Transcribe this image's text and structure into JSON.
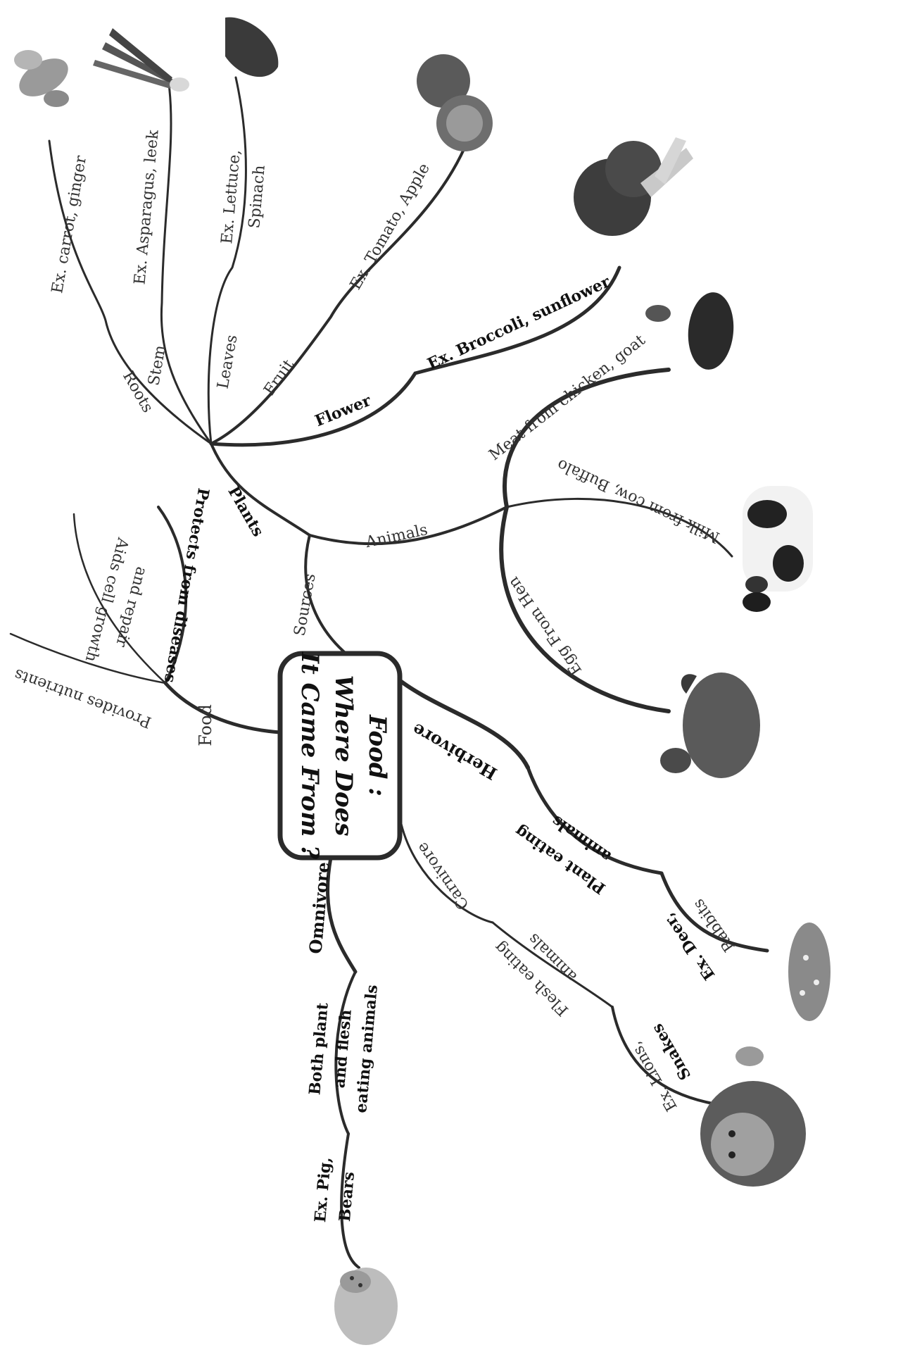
{
  "center": {
    "line1": "Food :",
    "line2": "Where Does",
    "line3": "It Came From ?"
  },
  "branches": {
    "food": "Food",
    "provides_nutrients": "Provides nutrients",
    "aids_growth_1": "Aids cell growth",
    "aids_growth_2": "and repair",
    "protects": "Protects from diseases",
    "sources": "Sources",
    "plants": "Plants",
    "roots": "Roots",
    "roots_ex": "Ex. carrot, ginger",
    "stem": "Stem",
    "stem_ex": "Ex. Asparagus, leek",
    "leaves": "Leaves",
    "leaves_ex_1": "Ex. Lettuce,",
    "leaves_ex_2": "Spinach",
    "fruit": "Fruit",
    "fruit_ex": "Ex. Tomato, Apple",
    "flower": "Flower",
    "flower_ex": "Ex. Broccoli, sunflower",
    "animals": "Animals",
    "meat": "Meat from chicken, goat",
    "milk": "Milk from cow, Buffalo",
    "egg": "Egg From Hen",
    "herbivore": "Herbivore",
    "plant_eating_1": "Plant eating",
    "plant_eating_2": "animals",
    "herb_ex_1": "Ex. Deer,",
    "herb_ex_2": "Rabbits",
    "carnivore": "Carnivore",
    "flesh_eating_1": "Flesh eating",
    "flesh_eating_2": "animals",
    "carn_ex_1": "Ex. Lions,",
    "carn_ex_2": "Snakes",
    "omnivore": "Omnivore",
    "omni_desc_1": "Both plant",
    "omni_desc_2": "and flesh",
    "omni_desc_3": "eating animals",
    "omni_ex_1": "Ex. Pig,",
    "omni_ex_2": "Bears"
  },
  "pictures": [
    "ginger-picture",
    "leek-picture",
    "spinach-picture",
    "tomato-picture",
    "broccoli-picture",
    "goat-picture",
    "cow-picture",
    "hen-picture",
    "deer-picture",
    "lion-picture",
    "pig-picture"
  ]
}
